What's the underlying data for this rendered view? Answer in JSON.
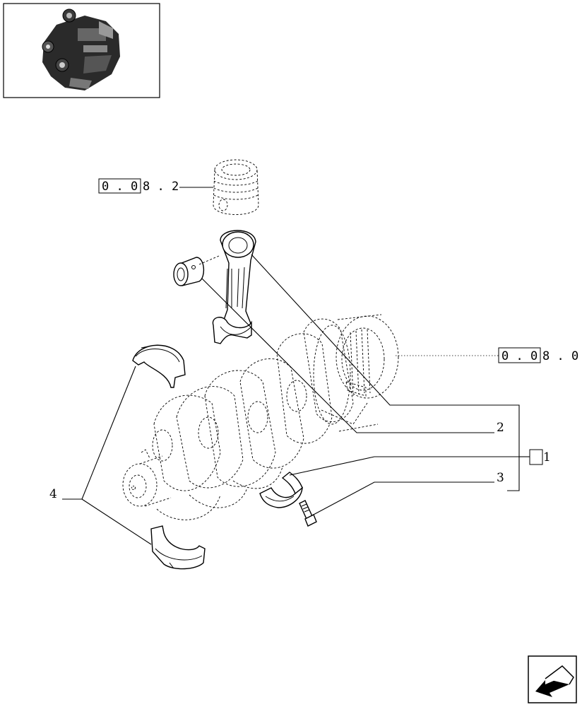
{
  "references": {
    "piston_ref": {
      "boxed": "0 . 0",
      "tail": "8 . 2"
    },
    "flywheel_ref": {
      "boxed": "0 . 0",
      "tail": "8 . 0"
    }
  },
  "callouts": {
    "item1": "1",
    "item2": "2",
    "item3": "3",
    "item4": "4"
  },
  "icons": {
    "thumbnail": "engine-thumbnail-icon",
    "nav": "next-page-arrow-icon"
  }
}
